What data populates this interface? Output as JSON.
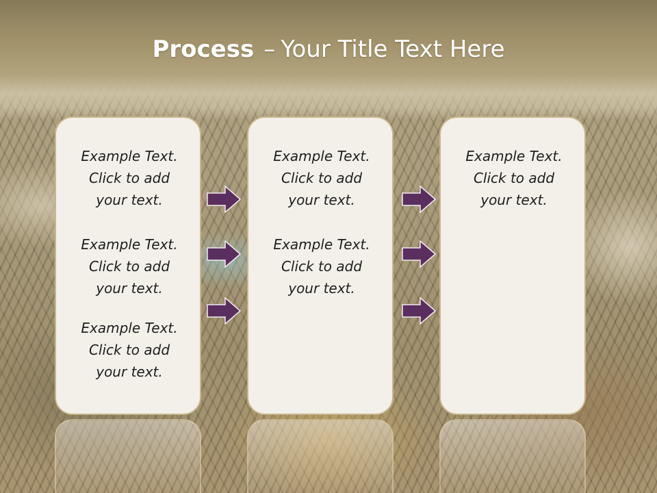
{
  "title": {
    "bold": "Process",
    "separator": "–",
    "rest": "Your Title Text Here"
  },
  "columns": [
    {
      "blocks": [
        [
          "Example Text.",
          "Click  to add",
          "your text."
        ],
        [
          "Example Text.",
          "Click  to add",
          "your text."
        ],
        [
          "Example Text.",
          "Click  to add",
          "your text."
        ]
      ]
    },
    {
      "blocks": [
        [
          "Example Text.",
          "Click  to add",
          "your text."
        ],
        [
          "Example Text.",
          "Click  to add",
          "your text."
        ]
      ]
    },
    {
      "blocks": [
        [
          "Example Text.",
          "Click  to add",
          "your text."
        ]
      ]
    }
  ],
  "arrows": {
    "count_per_gap": 3,
    "fill": "#5a2e5e",
    "stroke": "#f2ecf2"
  },
  "colors": {
    "card_fill": "#f3f0ea",
    "card_border": "#c9b68e",
    "title_band": "#a39670"
  }
}
